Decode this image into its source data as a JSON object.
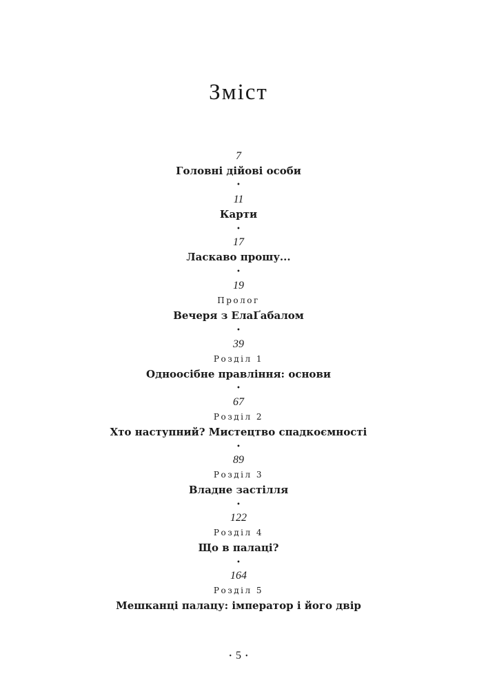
{
  "title": "Зміст",
  "separator": "•",
  "entries": [
    {
      "page": "7",
      "label": "",
      "name": "Головні дійові особи"
    },
    {
      "page": "11",
      "label": "",
      "name": "Карти"
    },
    {
      "page": "17",
      "label": "",
      "name": "Ласкаво прошу..."
    },
    {
      "page": "19",
      "label": "Пролог",
      "name": "Вечеря з ЕлаҐабалом"
    },
    {
      "page": "39",
      "label": "Розділ 1",
      "name": "Одноосібне правління: основи"
    },
    {
      "page": "67",
      "label": "Розділ 2",
      "name": "Хто наступний? Мистецтво спадкоємності"
    },
    {
      "page": "89",
      "label": "Розділ 3",
      "name": "Владне застілля"
    },
    {
      "page": "122",
      "label": "Розділ 4",
      "name": "Що в палаці?"
    },
    {
      "page": "164",
      "label": "Розділ 5",
      "name": "Мешканці палацу: імператор і його двір"
    }
  ],
  "folio": "5"
}
